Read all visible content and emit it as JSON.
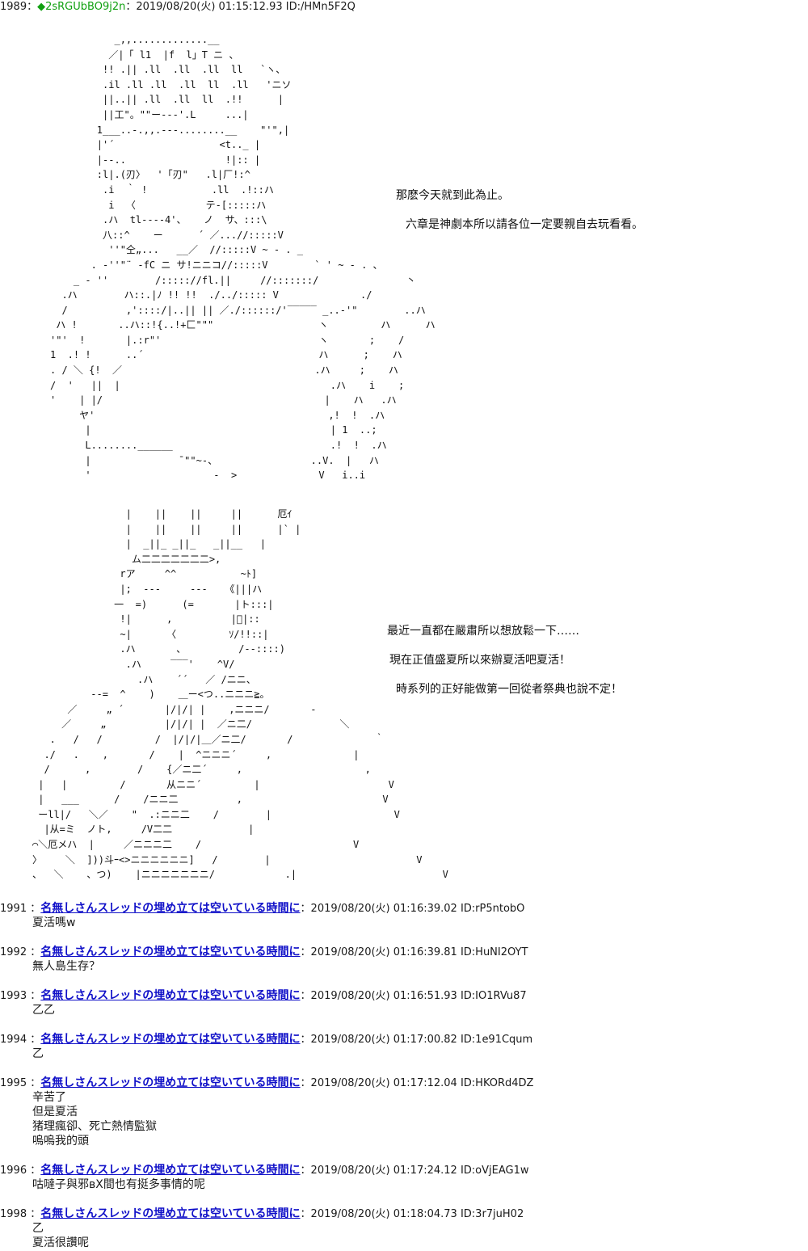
{
  "header_post": {
    "number": "1989",
    "separator": "：",
    "diamond": "◆",
    "trip": "2sRGUbBO9j2n",
    "date_id": "：2019/08/20(火) 01:15:12.93 ID:/HMn5F2Q"
  },
  "art1": "           _,,.............__\n          ／|「 l1  |f  l」T ニ 、\n         !! .|| .ll  .ll  .ll  ll   `ヽ、\n         .il .ll .ll  .ll  ll  .ll   'ニソ\n         ||..|| .ll  .ll  ll  .!!      |\n         ||工\"。\"\"ー--‐'.L     ...|\n        1___..‐.,,.---........__    \"'\",|\n        |'´                  <t.._ |\n        |‐-..                 !|:: |\n        :l|.(刃〉  '「刃\"   .l|厂!:^\n         .i  ｀ !           .ll  .!::ハ\n          i  〈            テ-[:::::ハ\n         .ハ  tl----4'、   ノ  サ、:::\\\n         八::^    ー      ´ ／...//:::::V\n          ''\"仝„...   __／  //:::::V ~ ‐ . _\n       . ‐''\"¨ ‐fC ニ サ!ニニコ//:::::V        ` ' ~ ‐ . 、\n    _ ‐ ''        /::::://fl.||     //:::::::/               丶\n  .ハ        ハ::.|ﾉ !! !!  ./../::::: V              ./\n  /          ,'::::/|..|| || ／./::::::/'‾‾‾‾‾ _..-'\"        ..ハ\n ハ !       ..ハ::!{..!+匚\"\"\"                  ヽ         ハ      ハ\n'\"'  !       |.:r\"'                           ヽ       ;    /\n1  .! !      ..´                              ハ      ;    ハ\n. / ＼ {!  ／                                 .ハ     ;    ハ\n/  '   ||  |                                    .ハ    i    ;\n'    | |/                                      |    ハ   .ハ\n     ヤ'                                        ,!  !  .ハ\n      |                                         | 1  ..;\n      L........______                           .!  !  .ハ\n      |               ˉ\"\"~‐、                ..V.  |   ハ\n      '                     ‐  >              V   i..i",
  "speech1": [
    "那麽今天就到此為止。",
    "六章是神劇本所以請各位一定要親自去玩看看。"
  ],
  "art2": "                |    ||    ||     ||      厄ｲ\n                |    ||    ||     ||      |` |\n                |  _||_ _||_   _||__   |\n                 ム二二二二二二二>,\n               rア     ^^           ~ﾄ]\n               |;  ---     ---   《|||ハ\n              一  =)      (=       |ト:::|\n               !|      ,          |ﾞ|::\n               ~|      〈         ｿ/!!::|\n               .ハ       、         /--::::)\n                .ハ     ‾‾‾'    ^V/\n                  .ハ    ´´   ／ /ニニ、\n          --=  ^    )    ＿ー<つ..ニニニ≧。\n      ／     „ ´       |/|/| |    ,ニニニ/       ‐\n     ／     „          |/|/| |  ／ニ二/               ＼\n   .   /   /         /  |/|/|＿／ニ二/       /              ｀\n  ./   .    ,       /    |  ^ニニニ´     ,              |\n  /      ,        /    {／ニ二´     ,                     ,\n |   |         /       从ニニ´         |                      V\n |   ___      /    /ニニ二          ,                        V\n ーll|/   ＼／    \"  .:ニニ二    /        |                     V\n  |从=ミ  ノト,     /V二二             |\n⌒＼厄メハ  |     ／ニニニ二    /                          V\n〉    ＼  ]))斗ｰ<>ニニニニニニ]   /        |                         V\n、  ＼    、つ)    |ニニニニニニニ/            .|                         V",
  "speech2": [
    "最近一直都在嚴肅所以想放鬆一下……",
    "現在正值盛夏所以來辦夏活吧夏活！",
    "時系列的正好能做第一回從者祭典也說不定！"
  ],
  "posts": [
    {
      "number": "1991",
      "name": "名無しさんスレッドの埋め立ては空いている時間に",
      "meta": "：2019/08/20(火) 01:16:39.02 ID:rP5ntobO",
      "lines": [
        "夏活嗎w"
      ]
    },
    {
      "number": "1992",
      "name": "名無しさんスレッドの埋め立ては空いている時間に",
      "meta": "：2019/08/20(火) 01:16:39.81 ID:HuNI2OYT",
      "lines": [
        "無人島生存？"
      ]
    },
    {
      "number": "1993",
      "name": "名無しさんスレッドの埋め立ては空いている時間に",
      "meta": "：2019/08/20(火) 01:16:51.93 ID:IO1RVu87",
      "lines": [
        "乙乙"
      ]
    },
    {
      "number": "1994",
      "name": "名無しさんスレッドの埋め立ては空いている時間に",
      "meta": "：2019/08/20(火) 01:17:00.82 ID:1e91Cqum",
      "lines": [
        "乙"
      ]
    },
    {
      "number": "1995",
      "name": "名無しさんスレッドの埋め立ては空いている時間に",
      "meta": "：2019/08/20(火) 01:17:12.04 ID:HKORd4DZ",
      "lines": [
        "辛苦了",
        "但是夏活",
        "猪理瘋卻、死亡熱情監獄",
        "嗚嗚我的頭"
      ]
    },
    {
      "number": "1996",
      "name": "名無しさんスレッドの埋め立ては空いている時間に",
      "meta": "：2019/08/20(火) 01:17:24.12 ID:oVjEAG1w",
      "lines": [
        "咕噠子與邪вX間也有挺多事情的呢"
      ]
    },
    {
      "number": "1998",
      "name": "名無しさんスレッドの埋め立ては空いている時間に",
      "meta": "：2019/08/20(火) 01:18:04.73 ID:3r7juH02",
      "lines": [
        "乙",
        "夏活很讚呢"
      ]
    }
  ]
}
